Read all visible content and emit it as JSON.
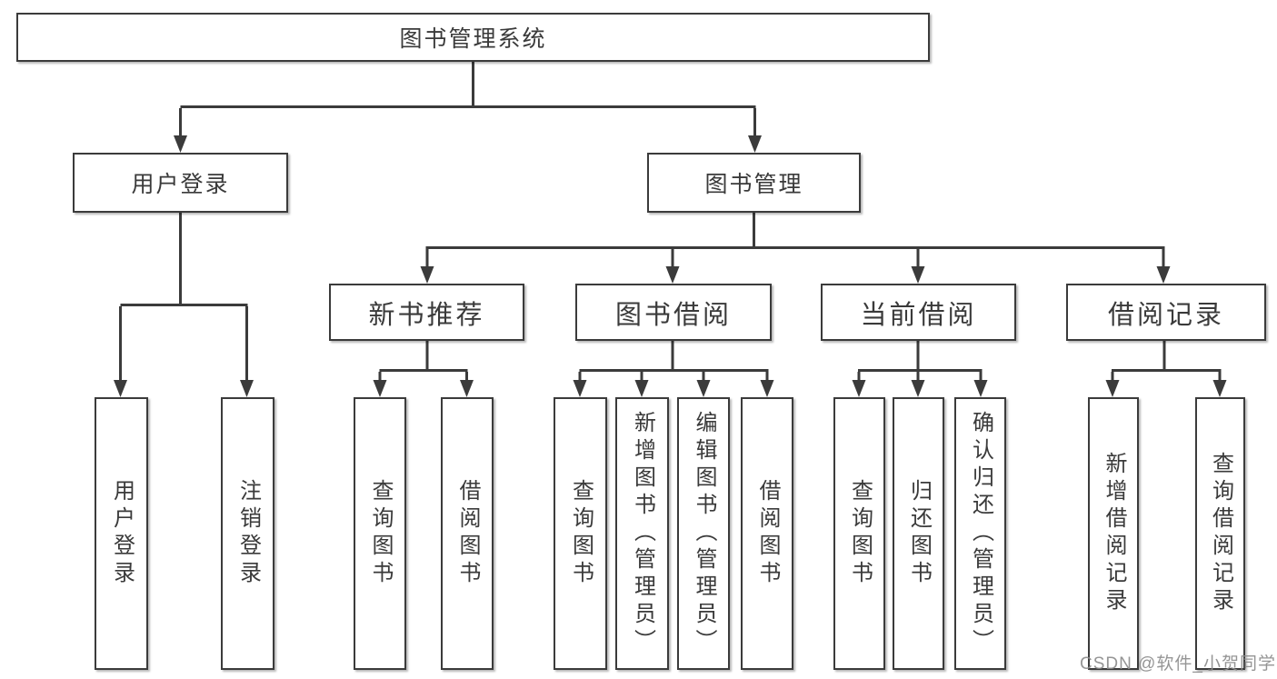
{
  "colors": {
    "line": "#3b3b3b",
    "box_border": "#3b3b3b",
    "text": "#3a3a3a",
    "background": "#ffffff",
    "watermark": "#8c8c8c"
  },
  "watermark": {
    "text": "CSDN @软件_小贺同学"
  },
  "tree": {
    "root": {
      "label": "图书管理系统"
    },
    "children": [
      {
        "label": "用户登录",
        "children": [
          {
            "label": "用户登录"
          },
          {
            "label": "注销登录"
          }
        ]
      },
      {
        "label": "图书管理",
        "children": [
          {
            "label": "新书推荐",
            "children": [
              {
                "label": "查询图书"
              },
              {
                "label": "借阅图书"
              }
            ]
          },
          {
            "label": "图书借阅",
            "children": [
              {
                "label": "查询图书"
              },
              {
                "label": "新增图书（管理员）"
              },
              {
                "label": "编辑图书（管理员）"
              },
              {
                "label": "借阅图书"
              }
            ]
          },
          {
            "label": "当前借阅",
            "children": [
              {
                "label": "查询图书"
              },
              {
                "label": "归还图书"
              },
              {
                "label": "确认归还（管理员）"
              }
            ]
          },
          {
            "label": "借阅记录",
            "children": [
              {
                "label": "新增借阅记录"
              },
              {
                "label": "查询借阅记录"
              }
            ]
          }
        ]
      }
    ]
  }
}
